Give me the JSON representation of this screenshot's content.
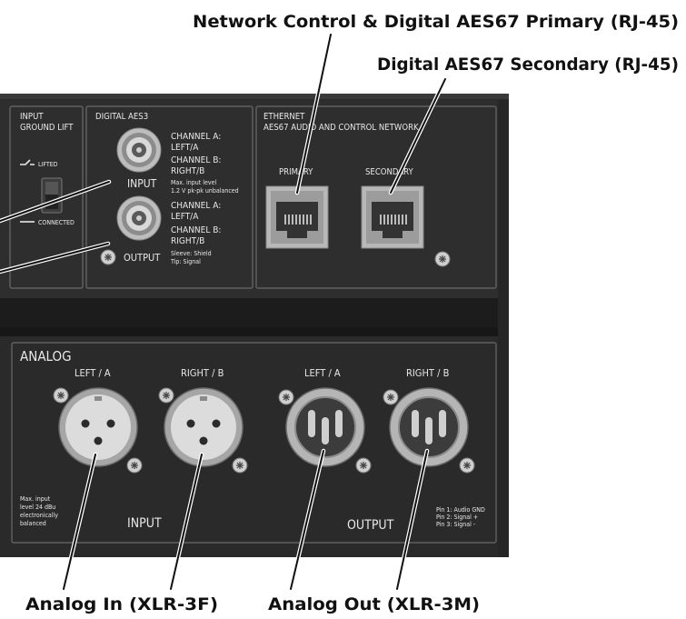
{
  "callouts": {
    "network_primary": "Network Control & Digital AES67 Primary (RJ-45)",
    "aes67_secondary": "Digital AES67 Secondary (RJ-45)",
    "analog_in": "Analog In (XLR-3F)",
    "analog_out": "Analog Out (XLR-3M)"
  },
  "ground_lift": {
    "title_line1": "INPUT",
    "title_line2": "GROUND LIFT",
    "lifted": "LIFTED",
    "connected": "CONNECTED"
  },
  "aes3": {
    "title": "DIGITAL AES3",
    "input_label": "INPUT",
    "output_label": "OUTPUT",
    "in_channel_a": "CHANNEL A:",
    "in_channel_a_val": "LEFT/A",
    "in_channel_b": "CHANNEL B:",
    "in_channel_b_val": "RIGHT/B",
    "in_note1": "Max. input level",
    "in_note2": "1.2 V pk-pk unbalanced",
    "out_channel_a": "CHANNEL A:",
    "out_channel_a_val": "LEFT/A",
    "out_channel_b": "CHANNEL B:",
    "out_channel_b_val": "RIGHT/B",
    "out_note1": "Sleeve: Shield",
    "out_note2": "Tip: Signal"
  },
  "ethernet": {
    "title1": "ETHERNET",
    "title2": "AES67 AUDIO AND CONTROL NETWORK",
    "primary": "PRIMARY",
    "secondary": "SECONDARY"
  },
  "analog": {
    "title": "ANALOG",
    "in_left": "LEFT / A",
    "in_right": "RIGHT / B",
    "out_left": "LEFT / A",
    "out_right": "RIGHT / B",
    "input_label": "INPUT",
    "output_label": "OUTPUT",
    "in_note1": "Max. input",
    "in_note2": "level 24 dBu",
    "in_note3": "electronically",
    "in_note4": "balanced",
    "pin1": "Pin 1: Audio GND",
    "pin2": "Pin 2: Signal +",
    "pin3": "Pin 3: Signal -"
  },
  "colors": {
    "panel": "#2b2b2b",
    "panel_dark": "#1e1e1e",
    "panel_border": "#6a6a6a",
    "panel_text": "#e8e8e8",
    "xlr_ring": "#9a9a9a",
    "xlr_face": "#d6d6d6"
  }
}
